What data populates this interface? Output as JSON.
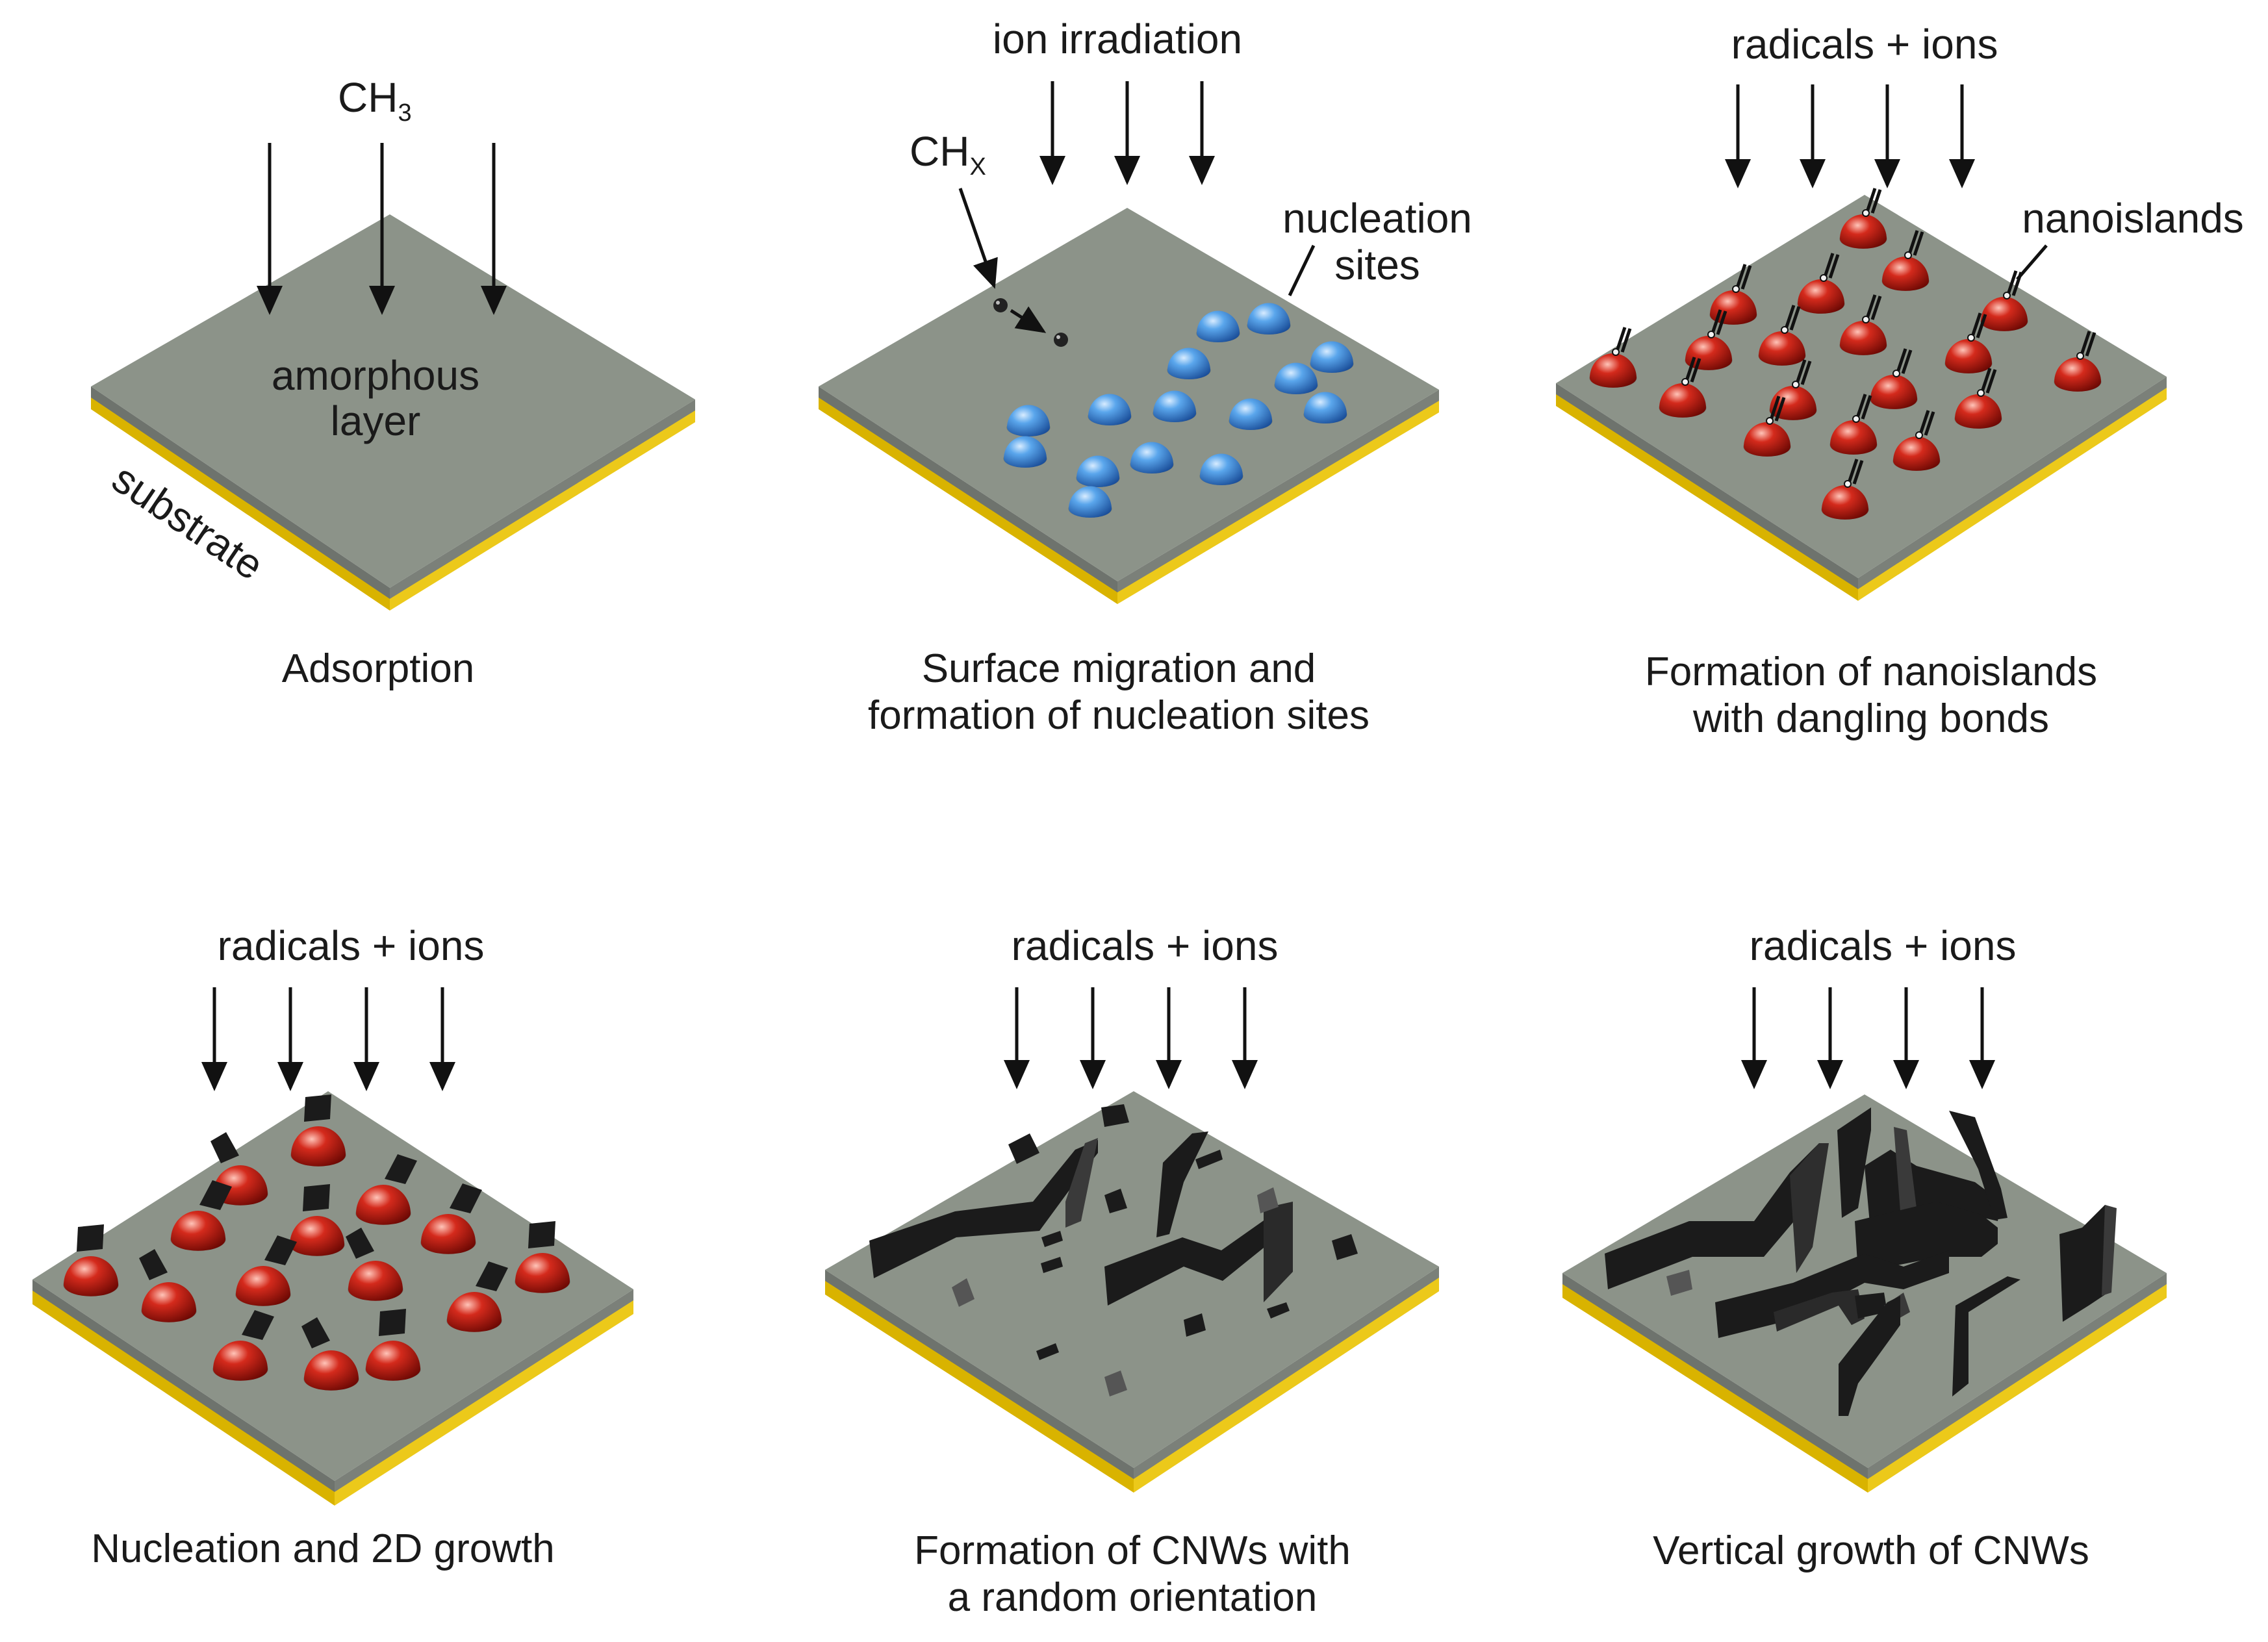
{
  "panels": [
    {
      "id": "adsorption",
      "caption": [
        "Adsorption"
      ],
      "flux_label": "CH",
      "flux_subscript": "3",
      "surface_label": [
        "amorphous",
        "layer"
      ],
      "substrate_label": "substrate"
    },
    {
      "id": "migration",
      "caption": [
        "Surface migration and",
        "formation of nucleation sites"
      ],
      "flux_label": "ion irradiation",
      "species_label": "CH",
      "species_subscript": "X",
      "callout": [
        "nucleation",
        "sites"
      ]
    },
    {
      "id": "nanoislands",
      "caption": [
        "Formation of nanoislands",
        "with dangling bonds"
      ],
      "flux_label": "radicals + ions",
      "callout": [
        "nanoislands"
      ]
    },
    {
      "id": "nucleation-2d",
      "caption": [
        "Nucleation and 2D growth"
      ],
      "flux_label": "radicals + ions"
    },
    {
      "id": "random-cnw",
      "caption": [
        "Formation of CNWs with",
        "a random orientation"
      ],
      "flux_label": "radicals + ions"
    },
    {
      "id": "vertical-cnw",
      "caption": [
        "Vertical growth of CNWs"
      ],
      "flux_label": "radicals + ions"
    }
  ],
  "colors": {
    "surface": "#8c9389",
    "amorphous_edge": "#6e736d",
    "substrate_left": "#d9b300",
    "substrate_right": "#ecc91a",
    "nucleation_sites": "#3d8fe0",
    "nanoislands": "#c2140c",
    "walls": "#1b1b1b"
  }
}
